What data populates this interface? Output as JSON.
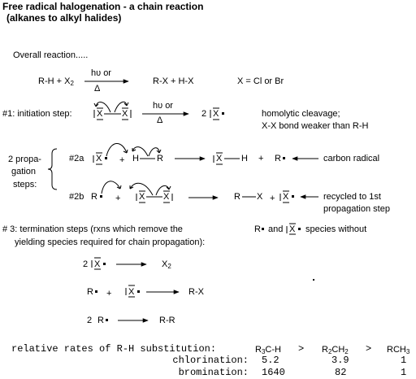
{
  "title": {
    "line1": "Free radical halogenation - a chain reaction",
    "line2": "(alkanes to alkyl halides)"
  },
  "overall": {
    "heading": "Overall reaction.....",
    "reactant": "R-H + X",
    "reactant_sub": "2",
    "conditions_top": "hυ or",
    "conditions_bottom": "Δ",
    "products": "R-X + H-X",
    "note": "X = Cl or Br"
  },
  "initiation": {
    "label": "#1: initiation step:",
    "reactant": "X",
    "conditions_top": "hυ or",
    "conditions_bottom": "Δ",
    "product_coef": "2",
    "product": "X",
    "note1": "homolytic cleavage;",
    "note2": "X-X bond weaker than R-H"
  },
  "propagation": {
    "group_line1": "2 propa-",
    "group_line2": "gation",
    "group_line3": "steps:",
    "step2a": {
      "label": "#2a",
      "reactant1": "X",
      "plus": "+",
      "h": "H",
      "r": "R",
      "product1_x": "X",
      "product1_h": "H",
      "plus2": "+",
      "product2": "R",
      "note": "carbon radical"
    },
    "step2b": {
      "label": "#2b",
      "reactant1": "R",
      "plus": "+",
      "x1": "X",
      "x2": "X",
      "product1_r": "R",
      "product1_x": "X",
      "plus2": "+",
      "product2": "X",
      "note1": "recycled to 1st",
      "note2": "propagation step"
    }
  },
  "termination": {
    "line1_pre": "# 3: termination steps (rxns which remove the",
    "line1_r": "R",
    "line1_and": "and",
    "line1_x": "X",
    "line1_post": "species without",
    "line2": "yielding species required for chain propagation):",
    "eq1_coef": "2",
    "eq1_x": "X",
    "eq1_product": "X",
    "eq1_product_sub": "2",
    "eq2_r": "R",
    "eq2_plus": "+",
    "eq2_x": "X",
    "eq2_product": "R-X",
    "eq3_coef": "2",
    "eq3_r": "R",
    "eq3_product": "R-R"
  },
  "rates": {
    "label": "relative rates of R-H substitution:",
    "col1": "R",
    "col1_sub": "3",
    "col1_post": "C-H",
    "gt1": ">",
    "col2": "R",
    "col2_sub": "2",
    "col2_post": "CH",
    "col2_sub2": "2",
    "gt2": ">",
    "col3": "RCH",
    "col3_sub": "3",
    "rows": [
      {
        "name": "chlorination:",
        "v1": "5.2",
        "v2": "3.9",
        "v3": "1"
      },
      {
        "name": "bromination:",
        "v1": "1640",
        "v2": "82",
        "v3": "1"
      }
    ]
  }
}
